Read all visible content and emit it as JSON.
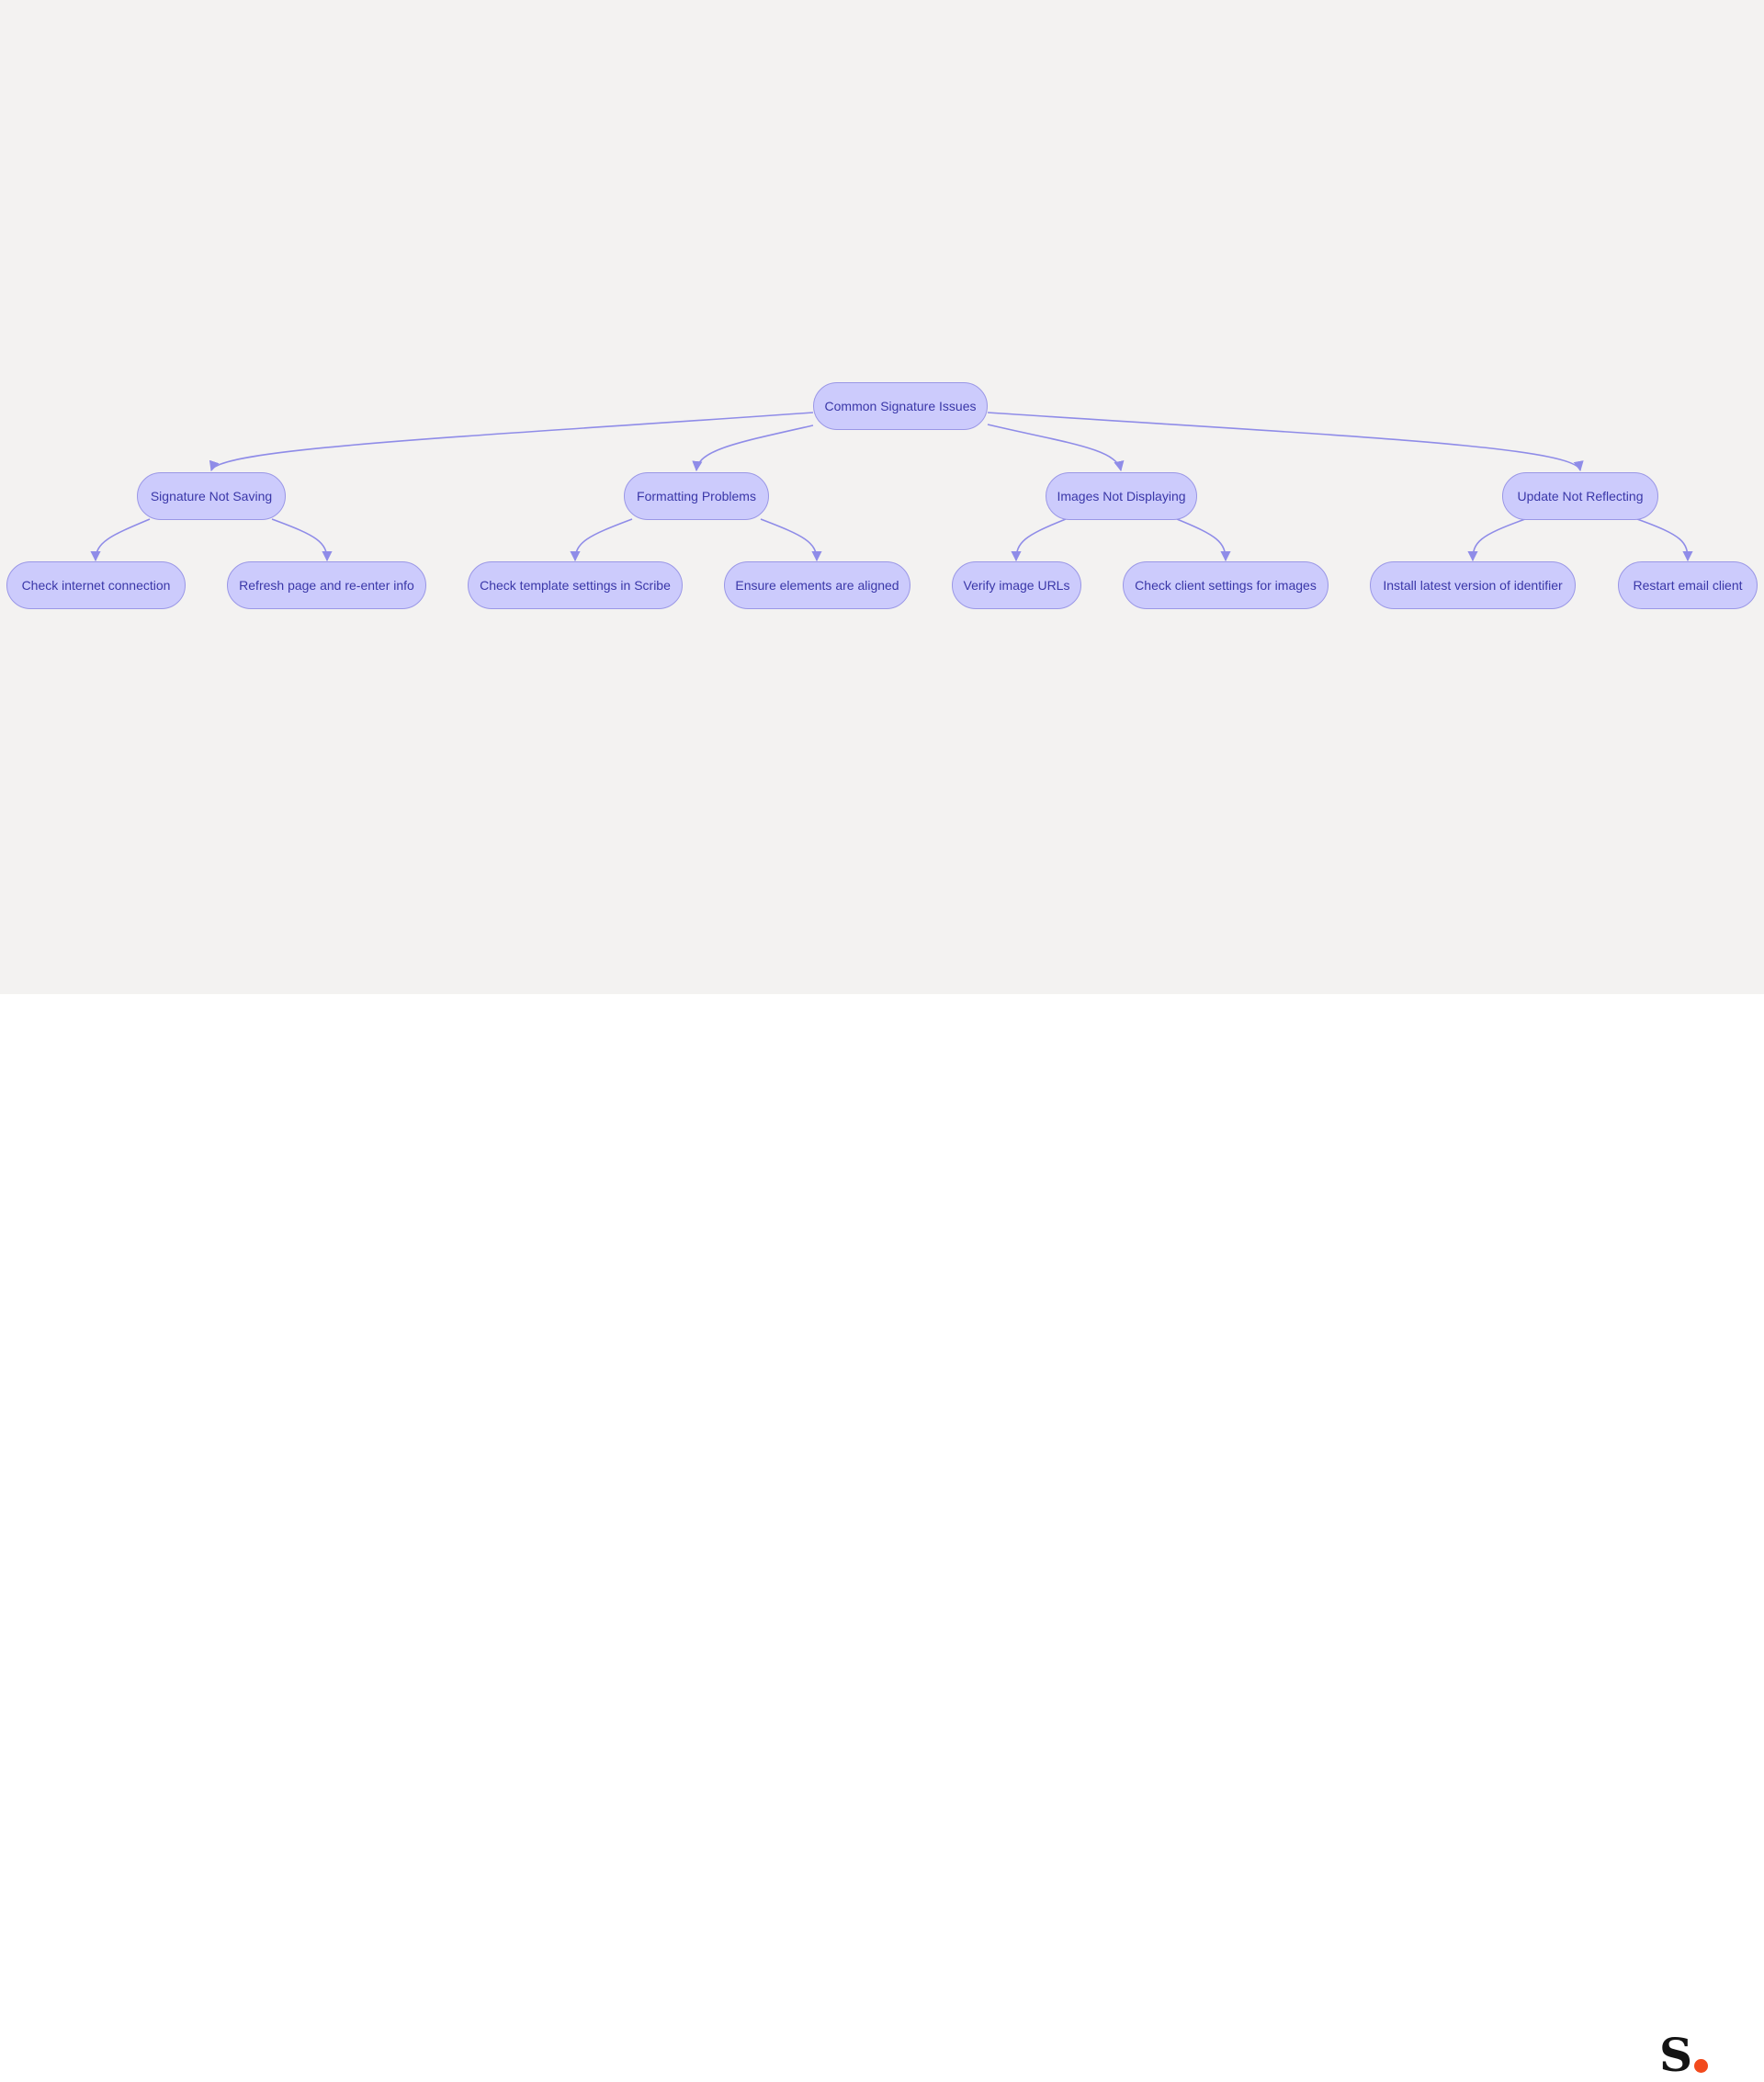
{
  "diagram": {
    "root": "Common Signature Issues",
    "branches": [
      {
        "label": "Signature Not Saving",
        "children": [
          "Check internet connection",
          "Refresh page and re-enter info"
        ]
      },
      {
        "label": "Formatting Problems",
        "children": [
          "Check template settings in Scribe",
          "Ensure elements are aligned"
        ]
      },
      {
        "label": "Images Not Displaying",
        "children": [
          "Verify image URLs",
          "Check client settings for images"
        ]
      },
      {
        "label": "Update Not Reflecting",
        "children": [
          "Install latest version of identifier",
          "Restart email client"
        ]
      }
    ]
  },
  "colors": {
    "node_fill": "#cccbfc",
    "node_border": "#9a97e6",
    "node_text": "#3a37a8",
    "edge": "#8f8ce8",
    "background": "#f3f2f1",
    "logo_dot": "#f24a1d"
  },
  "logo": {
    "letter": "S",
    "icon": "scribe-logo-icon"
  }
}
